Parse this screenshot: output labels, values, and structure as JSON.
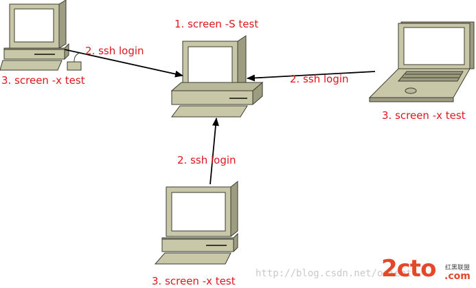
{
  "diagram": {
    "server": {
      "label": "1. screen -S test"
    },
    "client_top_left": {
      "login_label": "2. ssh login",
      "attach_label": "3. screen -x test"
    },
    "client_right": {
      "login_label": "2. ssh login",
      "attach_label": "3. screen -x test"
    },
    "client_bottom": {
      "login_label": "2. ssh login",
      "attach_label": "3. screen -x test"
    },
    "colors": {
      "label": "#e0141c",
      "device_body": "#c8c8a9",
      "device_shade": "#9c9c80",
      "device_outline": "#3a3a2e",
      "screen": "#ffffff",
      "arrow": "#000000"
    }
  },
  "watermark": {
    "url": "http://blog.csdn.net/orient",
    "logo": "2cto",
    "site_cn": "红黑联盟",
    "domain": ".com"
  }
}
